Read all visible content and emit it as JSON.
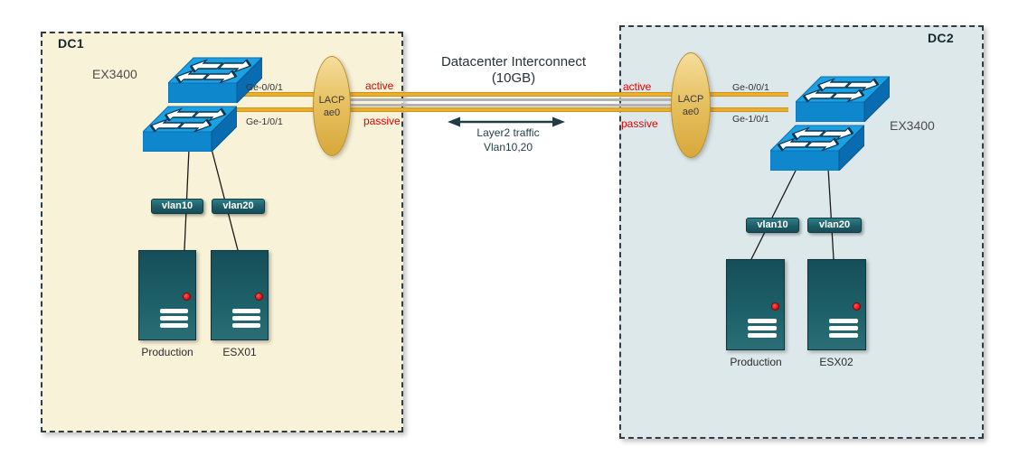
{
  "diagram": {
    "title_line1": "Datacenter Interconnect",
    "title_line2": "(10GB)",
    "traffic_line1": "Layer2 traffic",
    "traffic_line2": "Vlan10,20"
  },
  "dc1": {
    "name": "DC1",
    "switch_model": "EX3400",
    "port_top": "Ge-0/0/1",
    "port_bottom": "Ge-1/0/1",
    "lacp_line1": "LACP",
    "lacp_line2": "ae0",
    "link_mode_top": "active",
    "link_mode_bottom": "passive",
    "vlans": [
      "vlan10",
      "vlan20"
    ],
    "servers": [
      "Production",
      "ESX01"
    ]
  },
  "dc2": {
    "name": "DC2",
    "switch_model": "EX3400",
    "port_top": "Ge-0/0/1",
    "port_bottom": "Ge-1/0/1",
    "lacp_line1": "LACP",
    "lacp_line2": "ae0",
    "link_mode_top": "active",
    "link_mode_bottom": "passive",
    "vlans": [
      "vlan10",
      "vlan20"
    ],
    "servers": [
      "Production",
      "ESX02"
    ]
  },
  "colors": {
    "dc1_background": "#f8f2d8",
    "dc2_background": "#dde8eb",
    "zone_border": "#2e3d42",
    "link_gold": "#ecae2d",
    "link_shadow_gray": "#b3b3b3",
    "lacp_oval_fill": "#e7c263",
    "switch_blue_top": "#1ba0e2",
    "switch_blue_front": "#0e87cd",
    "switch_blue_side": "#0a6cb0",
    "server_teal": "#1d5f68",
    "vlan_tag_teal": "#236d77",
    "mode_label_red": "#e30000",
    "text_dark": "#263238"
  }
}
